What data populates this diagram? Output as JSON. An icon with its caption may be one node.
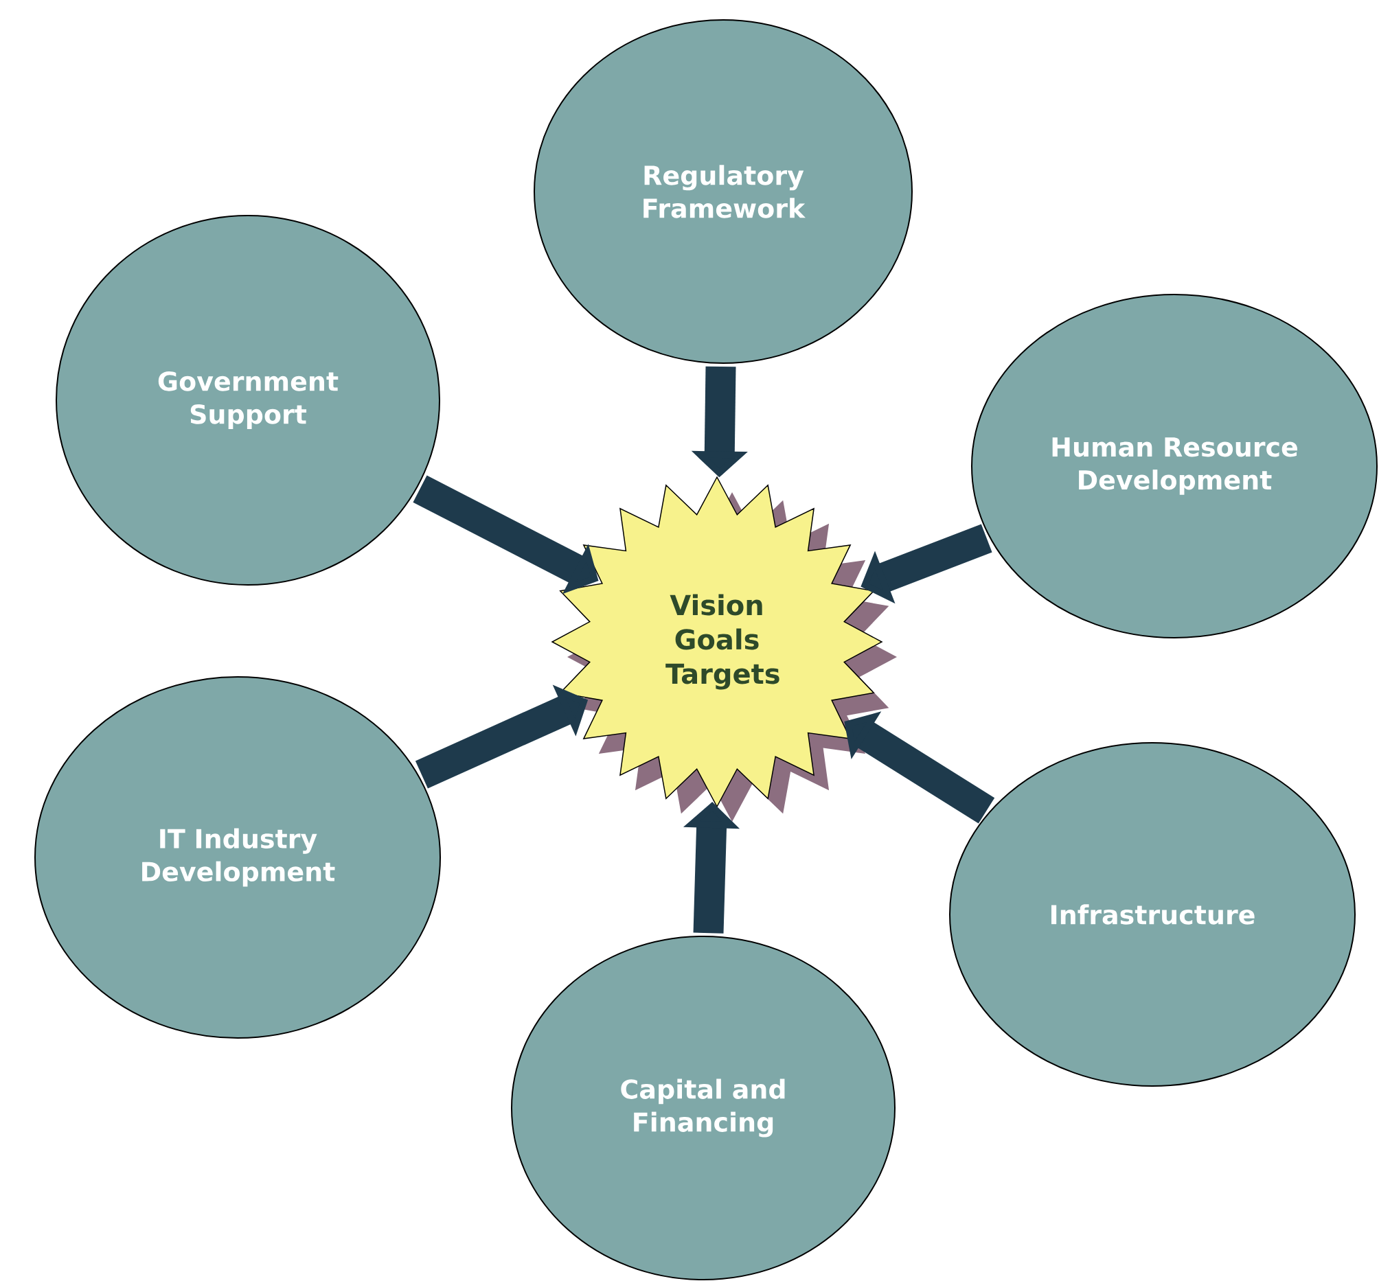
{
  "diagram": {
    "nodes": [
      {
        "text": [
          "Regulatory Framework"
        ]
      },
      {
        "text": [
          "Government Support"
        ]
      },
      {
        "text": [
          "Human Resource Development"
        ]
      },
      {
        "text": [
          "Vision Goals Targets"
        ]
      },
      {
        "text": [
          "IT Industry Development"
        ]
      },
      {
        "text": [
          "Infrastructure"
        ]
      },
      {
        "text": [
          "Capital and Financing"
        ]
      }
    ],
    "edges": [
      {
        "from": 0,
        "to": 3,
        "arrow": "to"
      },
      {
        "from": 1,
        "to": 3,
        "arrow": "to"
      },
      {
        "from": 2,
        "to": 3,
        "arrow": "to"
      },
      {
        "from": 4,
        "to": 3,
        "arrow": "to"
      },
      {
        "from": 5,
        "to": 3,
        "arrow": "to"
      },
      {
        "from": 6,
        "to": 3,
        "arrow": "to"
      }
    ]
  }
}
